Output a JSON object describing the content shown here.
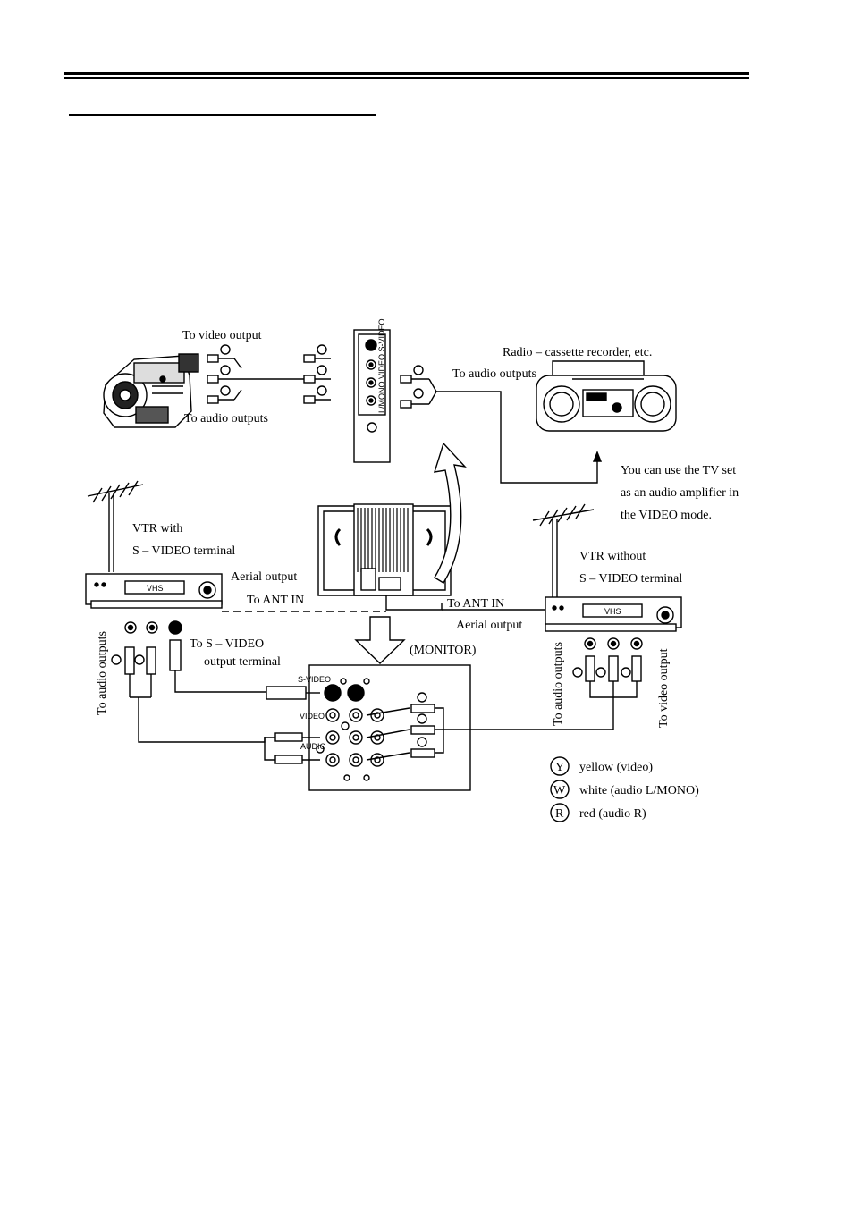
{
  "labels": {
    "to_video_output": "To video output",
    "to_audio_outputs_cam": "To audio outputs",
    "radio": "Radio – cassette recorder, etc.",
    "to_audio_outputs_radio": "To audio outputs",
    "tv_amp_1": "You can use the TV set",
    "tv_amp_2": "as an audio amplifier in",
    "tv_amp_3": "the VIDEO mode.",
    "vtr_with_1": "VTR with",
    "vtr_with_2": "S – VIDEO terminal",
    "aerial_output_left": "Aerial output",
    "to_ant_in_left": "To ANT IN",
    "to_ant_in_right": "To ANT IN",
    "aerial_output_right": "Aerial output",
    "vtr_without_1": "VTR without",
    "vtr_without_2": "S – VIDEO terminal",
    "to_audio_outputs_left_vert": "To audio outputs",
    "to_svideo_1": "To S – VIDEO",
    "to_svideo_2": "output terminal",
    "monitor": "(MONITOR)",
    "to_audio_outputs_right_vert": "To audio outputs",
    "to_video_output_right_vert": "To video output",
    "panel_svideo": "S-VIDEO",
    "panel_video": "VIDEO",
    "panel_audio": "AUDIO",
    "vhs_left": "VHS",
    "vhs_right": "VHS",
    "front_panel_text": "L/MONO  VIDEO  S-VIDEO"
  },
  "legend": [
    {
      "symbol": "Y",
      "text": "yellow (video)"
    },
    {
      "symbol": "W",
      "text": "white (audio L/MONO)"
    },
    {
      "symbol": "R",
      "text": "red (audio R)"
    }
  ]
}
